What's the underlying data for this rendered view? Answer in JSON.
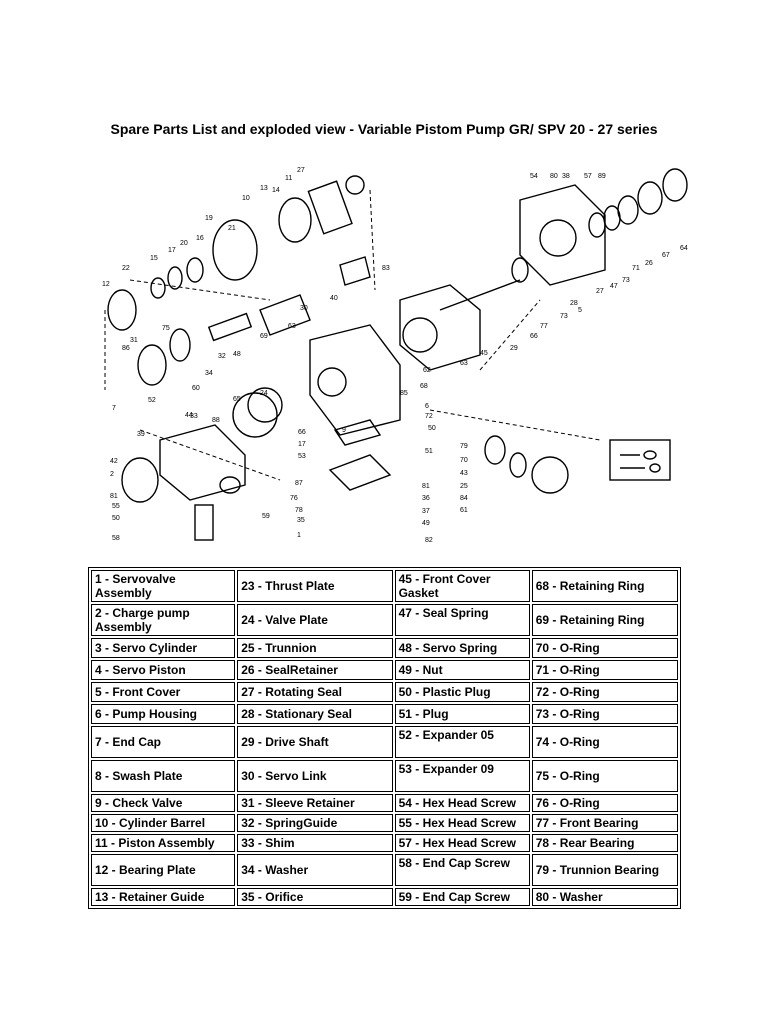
{
  "title": "Spare Parts List and exploded view - Variable Pistom Pump GR/ SPV 20 - 27 series",
  "diagram": {
    "callouts": [
      "27",
      "11",
      "14",
      "13",
      "10",
      "21",
      "19",
      "16",
      "20",
      "17",
      "15",
      "22",
      "12",
      "75",
      "86",
      "31",
      "40",
      "83",
      "52",
      "60",
      "34",
      "32",
      "48",
      "69",
      "63",
      "30",
      "24",
      "65",
      "33",
      "44",
      "88",
      "7",
      "39",
      "42",
      "2",
      "81",
      "55",
      "50",
      "58",
      "59",
      "9",
      "66",
      "53",
      "17",
      "87",
      "76",
      "78",
      "35",
      "1",
      "81",
      "36",
      "37",
      "49",
      "82",
      "54",
      "80",
      "38",
      "57",
      "89",
      "64",
      "67",
      "26",
      "71",
      "73",
      "47",
      "27",
      "28",
      "5",
      "73",
      "77",
      "66",
      "29",
      "45",
      "63",
      "62",
      "68",
      "85",
      "6",
      "72",
      "50",
      "51",
      "79",
      "70",
      "43",
      "25",
      "84",
      "61"
    ]
  },
  "table": {
    "rows": [
      [
        "1 - Servovalve Assembly",
        "23 - Thrust Plate",
        "45 - Front Cover Gasket",
        "68 - Retaining Ring"
      ],
      [
        "2 - Charge pump Assembly",
        "24 - Valve Plate",
        "47 - Seal Spring",
        "69 - Retaining Ring"
      ],
      [
        "3 - Servo Cylinder",
        "25 - Trunnion",
        "48 - Servo Spring",
        "70 - O-Ring"
      ],
      [
        "4 - Servo Piston",
        "26 - SealRetainer",
        "49 - Nut",
        "71 - O-Ring"
      ],
      [
        "5 - Front Cover",
        "27 - Rotating Seal",
        "50 - Plastic Plug",
        "72 - O-Ring"
      ],
      [
        "6 - Pump Housing",
        "28 - Stationary Seal",
        "51 - Plug",
        "73 - O-Ring"
      ],
      [
        "7 - End Cap",
        "29 - Drive Shaft",
        "52 - Expander 05",
        "74 - O-Ring"
      ],
      [
        "8 - Swash Plate",
        "30 - Servo Link",
        "53 - Expander 09",
        "75 - O-Ring"
      ],
      [
        "9 - Check Valve",
        "31 - Sleeve Retainer",
        "54 - Hex Head Screw",
        "76 - O-Ring"
      ],
      [
        "10 - Cylinder Barrel",
        "32 - SpringGuide",
        "55 - Hex Head Screw",
        "77 - Front Bearing"
      ],
      [
        "11 - Piston Assembly",
        "33 - Shim",
        "57 - Hex Head Screw",
        "78 - Rear Bearing"
      ],
      [
        "12 - Bearing Plate",
        "34 - Washer",
        "58 - End Cap Screw",
        "79 - Trunnion Bearing"
      ],
      [
        "13 - Retainer Guide",
        "35 - Orifice",
        "59 - End Cap Screw",
        "80 - Washer"
      ]
    ]
  }
}
